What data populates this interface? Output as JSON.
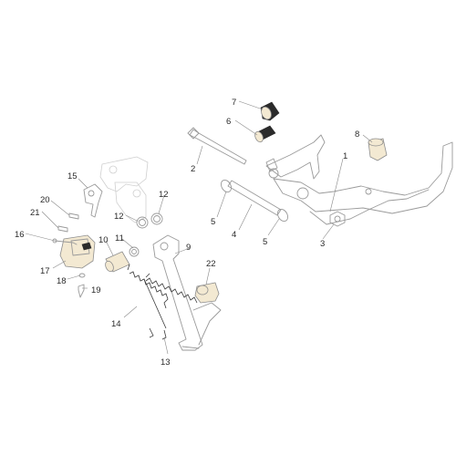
{
  "labels": [
    {
      "id": "1",
      "text": "1"
    },
    {
      "id": "2",
      "text": "2"
    },
    {
      "id": "3",
      "text": "3"
    },
    {
      "id": "4",
      "text": "4"
    },
    {
      "id": "5a",
      "text": "5"
    },
    {
      "id": "5b",
      "text": "5"
    },
    {
      "id": "6",
      "text": "6"
    },
    {
      "id": "7",
      "text": "7"
    },
    {
      "id": "8",
      "text": "8"
    },
    {
      "id": "9",
      "text": "9"
    },
    {
      "id": "10",
      "text": "10"
    },
    {
      "id": "11",
      "text": "11"
    },
    {
      "id": "12a",
      "text": "12"
    },
    {
      "id": "12b",
      "text": "12"
    },
    {
      "id": "13",
      "text": "13"
    },
    {
      "id": "14",
      "text": "14"
    },
    {
      "id": "15",
      "text": "15"
    },
    {
      "id": "16",
      "text": "16"
    },
    {
      "id": "17",
      "text": "17"
    },
    {
      "id": "18",
      "text": "18"
    },
    {
      "id": "19",
      "text": "19"
    },
    {
      "id": "20",
      "text": "20"
    },
    {
      "id": "21",
      "text": "21"
    },
    {
      "id": "22",
      "text": "22"
    }
  ],
  "colors": {
    "outline": "#9a9a9a",
    "part_fill": "#f3e9d2",
    "text": "#2a2a2a"
  }
}
